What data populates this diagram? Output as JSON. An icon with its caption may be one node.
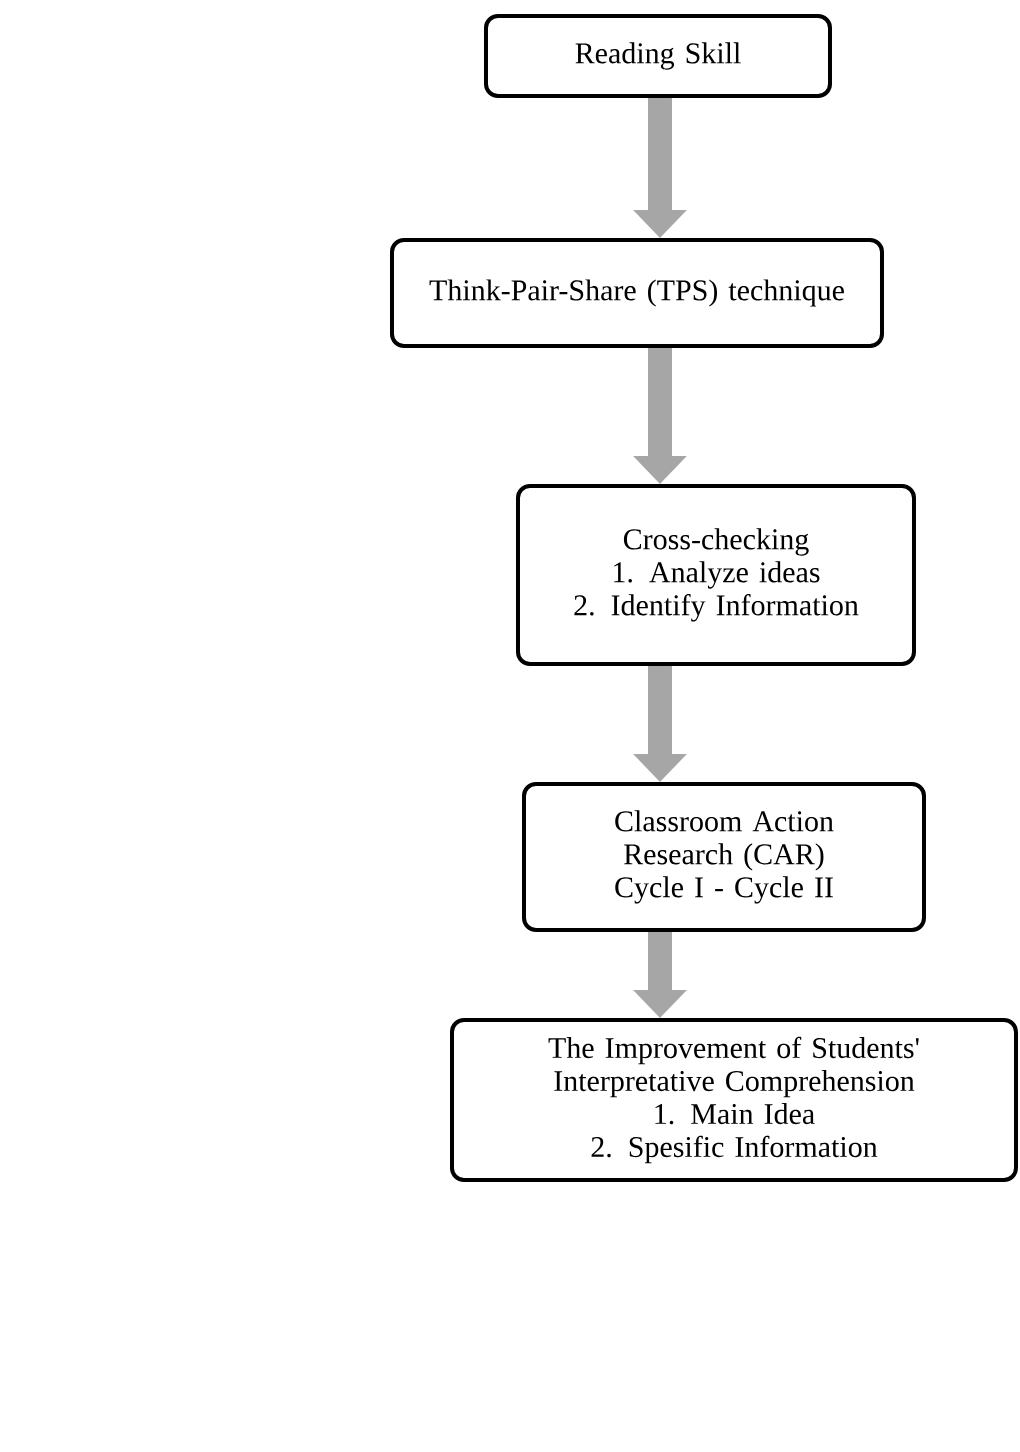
{
  "diagram": {
    "nodes": [
      {
        "text": [
          "Reading Skill"
        ]
      },
      {
        "text": [
          "Think-Pair-Share (TPS) technique"
        ]
      },
      {
        "text": [
          "Cross-checking",
          "1. Analyze ideas",
          "2. Identify Information"
        ]
      },
      {
        "text": [
          "Classroom Action Research (CAR)",
          "Cycle I - Cycle II"
        ]
      },
      {
        "text": [
          "The Improvement of Students' Interpretative Comprehension",
          "1. Main Idea",
          "2. Spesific Information"
        ]
      }
    ],
    "edges": [
      {
        "from": 0,
        "to": 1,
        "arrow": "to"
      },
      {
        "from": 1,
        "to": 2,
        "arrow": "to"
      },
      {
        "from": 2,
        "to": 3,
        "arrow": "to"
      },
      {
        "from": 3,
        "to": 4,
        "arrow": "to"
      }
    ]
  }
}
